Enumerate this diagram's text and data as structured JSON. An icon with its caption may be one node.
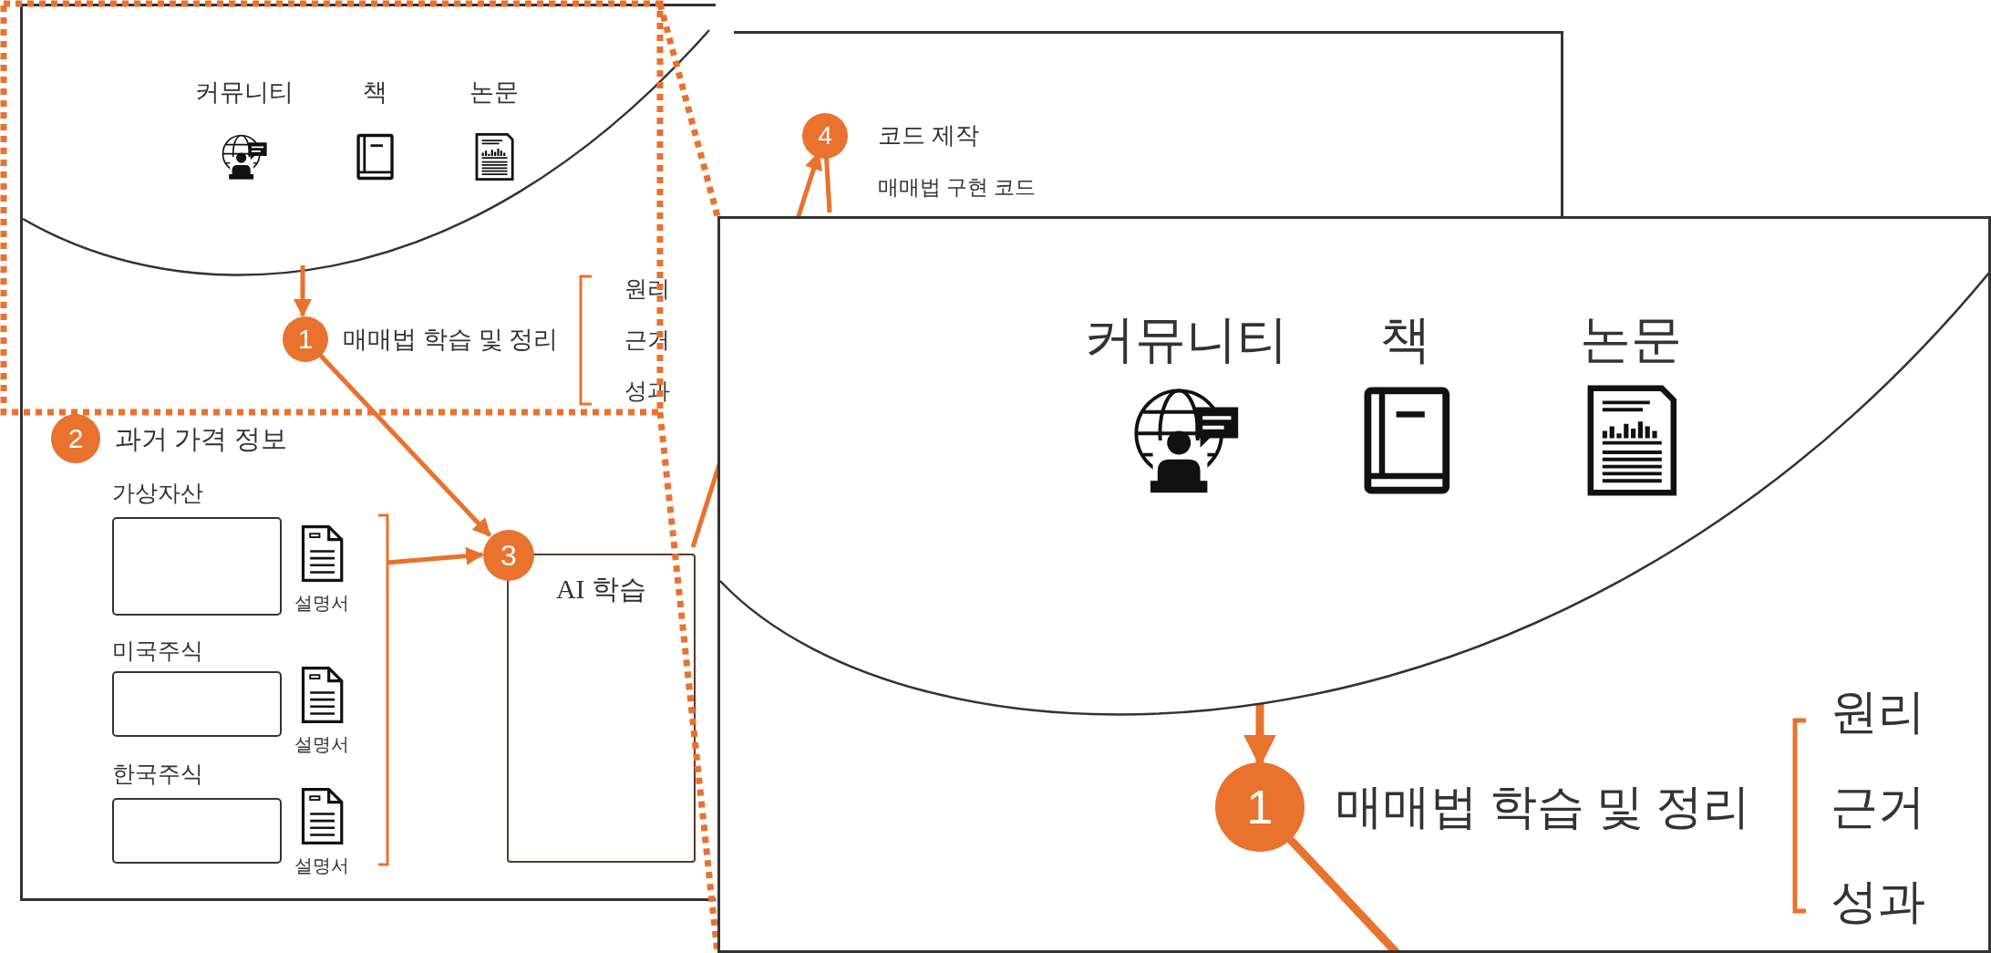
{
  "diagram": {
    "nodes": [
      {
        "text": [],
        "shape": "box"
      },
      {
        "text": [],
        "shape": "ellipse",
        "in": 0
      },
      {
        "text": [
          "커뮤니티"
        ],
        "in": 1
      },
      {
        "text": [
          "책"
        ],
        "in": 1
      },
      {
        "text": [
          "논문"
        ],
        "in": 1
      },
      {
        "text": [
          "1"
        ],
        "beside": [
          "매매법 학습 및 정리"
        ],
        "in": 0
      },
      {
        "text": [
          "2"
        ],
        "beside": [
          "과거 가격 정보"
        ],
        "in": 0
      },
      {
        "text": [
          "가상자산"
        ],
        "in": 0
      },
      {
        "text": [
          "설명서"
        ],
        "in": 0
      },
      {
        "text": [
          "미국주식"
        ],
        "in": 0
      },
      {
        "text": [
          "설명서"
        ],
        "in": 0
      },
      {
        "text": [
          "한국주식"
        ],
        "in": 0
      },
      {
        "text": [
          "설명서"
        ],
        "in": 0
      },
      {
        "text": [
          "3"
        ],
        "in": 0
      },
      {
        "text": [
          "AI 학습"
        ],
        "in": 0
      },
      {
        "text": [],
        "shape": "box"
      },
      {
        "text": [
          "4"
        ],
        "beside": [
          "코드 제작",
          "매매법 구현 코드"
        ],
        "in": 15
      },
      {
        "text": [],
        "shape": "box"
      },
      {
        "text": [],
        "shape": "ellipse",
        "in": 17
      },
      {
        "text": [
          "커뮤니티"
        ],
        "in": 18
      },
      {
        "text": [
          "책"
        ],
        "in": 18
      },
      {
        "text": [
          "논문"
        ],
        "in": 18
      },
      {
        "text": [
          "1"
        ],
        "beside": [
          "매매법 학습 및 정리"
        ],
        "in": 17
      }
    ],
    "edges": [
      {
        "from": 1,
        "to": 5,
        "arrow": "to"
      },
      {
        "from": 5,
        "to": 13,
        "arrow": "to"
      },
      {
        "from": null,
        "to": 13,
        "arrow": "to"
      },
      {
        "from": 14,
        "to": 16,
        "arrow": "to"
      },
      {
        "from": 16,
        "to": null,
        "arrow": "none"
      },
      {
        "from": 18,
        "to": 22,
        "arrow": "to",
        "style": "thick"
      },
      {
        "from": 22,
        "to": null,
        "arrow": "none",
        "style": "thick"
      }
    ],
    "labels": [
      "원리",
      "근거",
      "성과",
      "원리",
      "근거",
      "성과"
    ]
  }
}
